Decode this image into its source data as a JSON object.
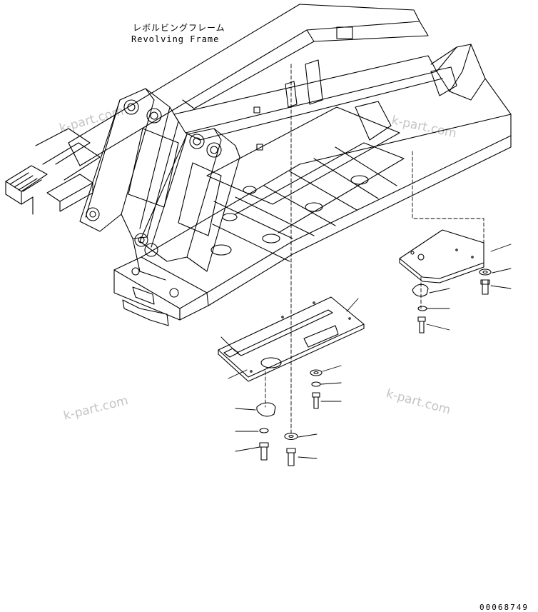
{
  "title": {
    "japanese": "レボルビングフレーム",
    "english": "Revolving Frame"
  },
  "watermark": "k-part.com",
  "drawing_number": "00068749",
  "colors": {
    "line": "#000000",
    "watermark": "#c4c4c4",
    "background": "#ffffff"
  }
}
